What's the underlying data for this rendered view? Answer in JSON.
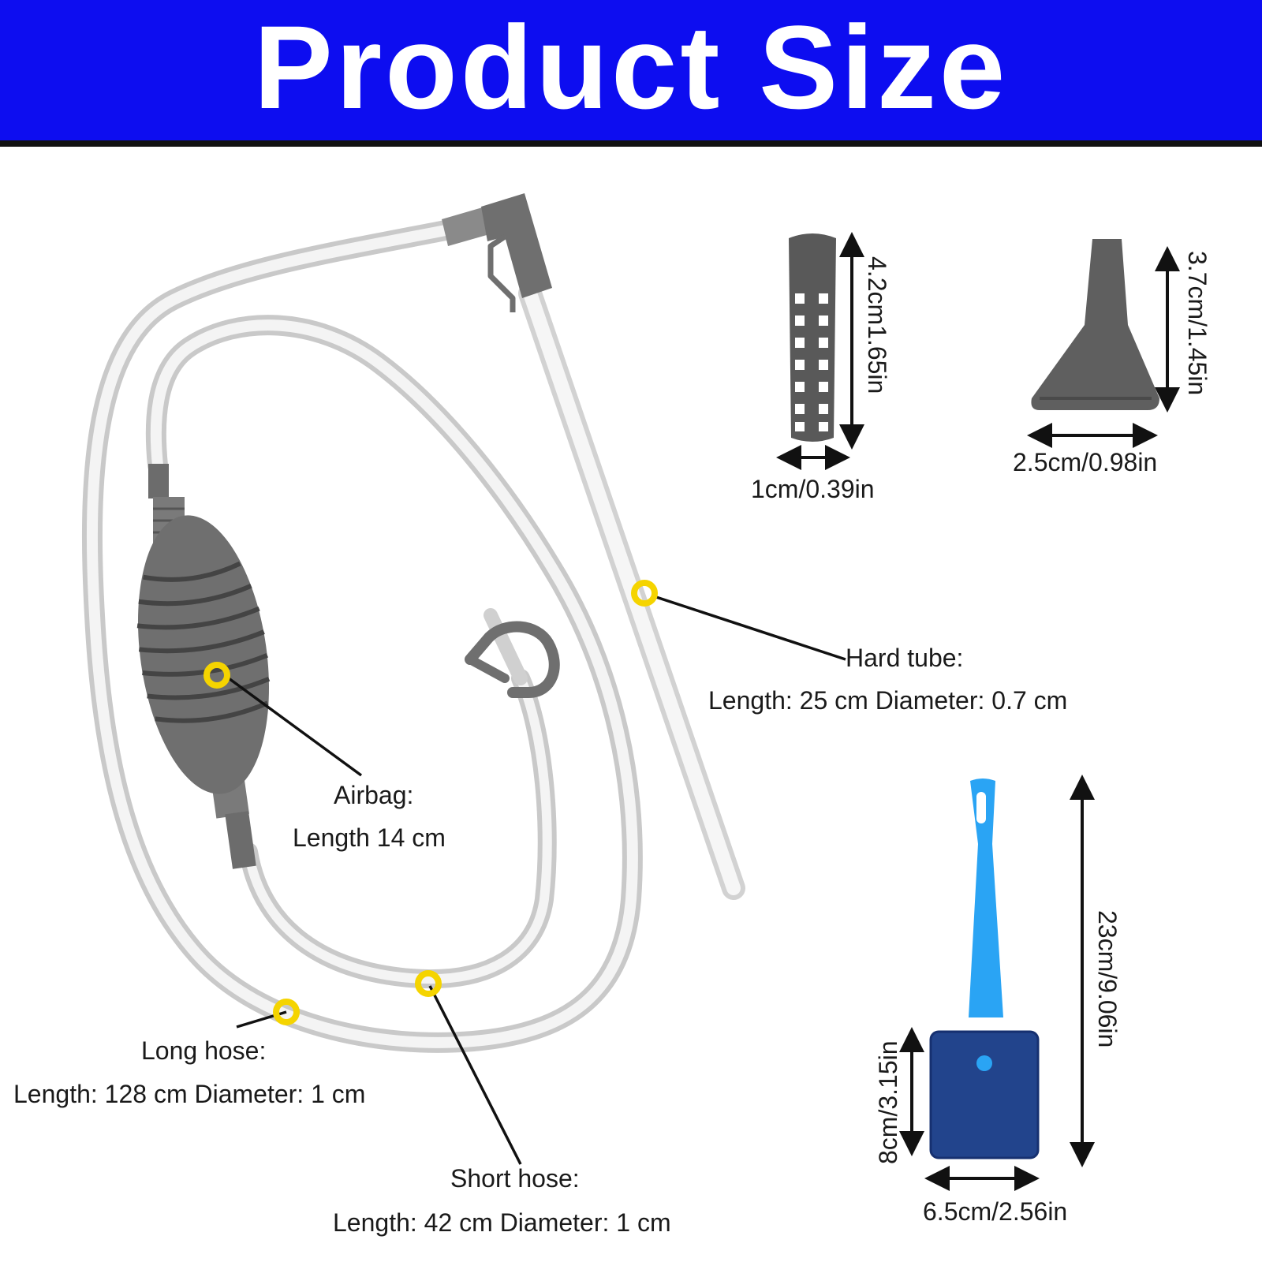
{
  "header": {
    "title": "Product Size",
    "background_color": "#0d0df0"
  },
  "colors": {
    "part_gray": "#6b6b6b",
    "hose_clear": "#d6d6d6",
    "brush_handle": "#2aa4f4",
    "sponge": "#22448c",
    "marker": "#f5d400"
  },
  "parts": {
    "hard_tube": {
      "title": "Hard tube:",
      "spec": "Length: 25 cm Diameter: 0.7 cm"
    },
    "airbag": {
      "title": "Airbag:",
      "spec": "Length 14 cm"
    },
    "long_hose": {
      "title": "Long hose:",
      "spec": "Length: 128 cm Diameter: 1 cm"
    },
    "short_hose": {
      "title": "Short hose:",
      "spec": "Length: 42 cm Diameter: 1 cm"
    }
  },
  "dimensions": {
    "filter_height": "4.2cm1.65in",
    "filter_width": "1cm/0.39in",
    "nozzle_height": "3.7cm/1.45in",
    "nozzle_width": "2.5cm/0.98in",
    "brush_total": "23cm/9.06in",
    "sponge_height": "8cm/3.15in",
    "sponge_width": "6.5cm/2.56in"
  }
}
